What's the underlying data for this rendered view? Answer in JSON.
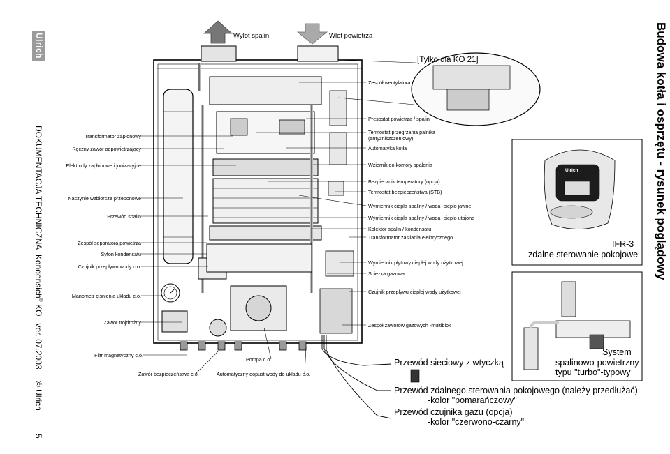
{
  "brand": {
    "logo_text": "Ulrich"
  },
  "left_spine": {
    "doc_title": "DOKUMENTACJA TECHNICZNA",
    "product": "Kondensich",
    "product_sup": "®",
    "product_suffix": "KO",
    "version": "ver. 07.2003",
    "copyright": "© Ulrich",
    "page_number": "5"
  },
  "right_spine": {
    "title": "Budowa kotła i osprzętu - rysunek poglądowy"
  },
  "top": {
    "exhaust": "Wylot spalin",
    "intake": "Wlot powietrza",
    "inset_title": "[Tylko dla KO 21]"
  },
  "left_labels": [
    "Transformator zapłonowy",
    "Ręczny zawór odpowietrzający",
    "Elektrody zapłonowe i jonizacyjne",
    "Naczynie wzbiorcze przeponowe",
    "Przewód spalin",
    "Zespół separatora powietrza",
    "Syfon kondensatu",
    "Czujnik przepływu wody c.o.",
    "Manometr ciśnienia układu c.o.",
    "Zawór trójdrożny",
    "Filtr magnetyczny c.o."
  ],
  "right_labels": [
    "Zespół wentylatora",
    "Presostat powietrza / spalin",
    "Termostat przegrzania palnika",
    "(antyzniszczeniowy)",
    "Automatyka kotła",
    "Wziernik do komory spalania",
    "Bezpiecznik temperatury (opcja)",
    "Termostat bezpieczeństwa (STB)",
    "Wymiennik ciepła spaliny / woda -ciepło jawne",
    "Wymiennik ciepła spaliny / woda -ciepło utajone",
    "Kolektor spalin / kondensatu",
    "Transformator zasilania elektrycznego",
    "Wymiennik płytowy ciepłej wody użytkowej",
    "Ścieżka gazowa",
    "Czujnik przepływu ciepłej wody użytkowej",
    "Zespół zaworów gazowych -multiblok"
  ],
  "bottom_labels": {
    "safety_valve": "Zawór bezpieczeństwa c.o.",
    "pump": "Pompa c.o.",
    "auto_fill": "Automatyczny dopust wody do układu c.o."
  },
  "cables": {
    "power": "Przewód sieciowy z wtyczką",
    "remote_1": "Przewód zdalnego sterowania pokojowego (należy przedłużać)",
    "remote_2": "-kolor \"pomarańczowy\"",
    "gas_1": "Przewód czujnika gazu (opcja)",
    "gas_2": "-kolor \"czerwono-czarny\""
  },
  "remote_box": {
    "model": "IFR-3",
    "caption": "zdalne sterowanie  pokojowe",
    "device_brand": "Ulrich"
  },
  "flue_box": {
    "line1": "System",
    "line2": "spalinowo-powietrzny",
    "line3": "typu \"turbo\"-typowy"
  }
}
